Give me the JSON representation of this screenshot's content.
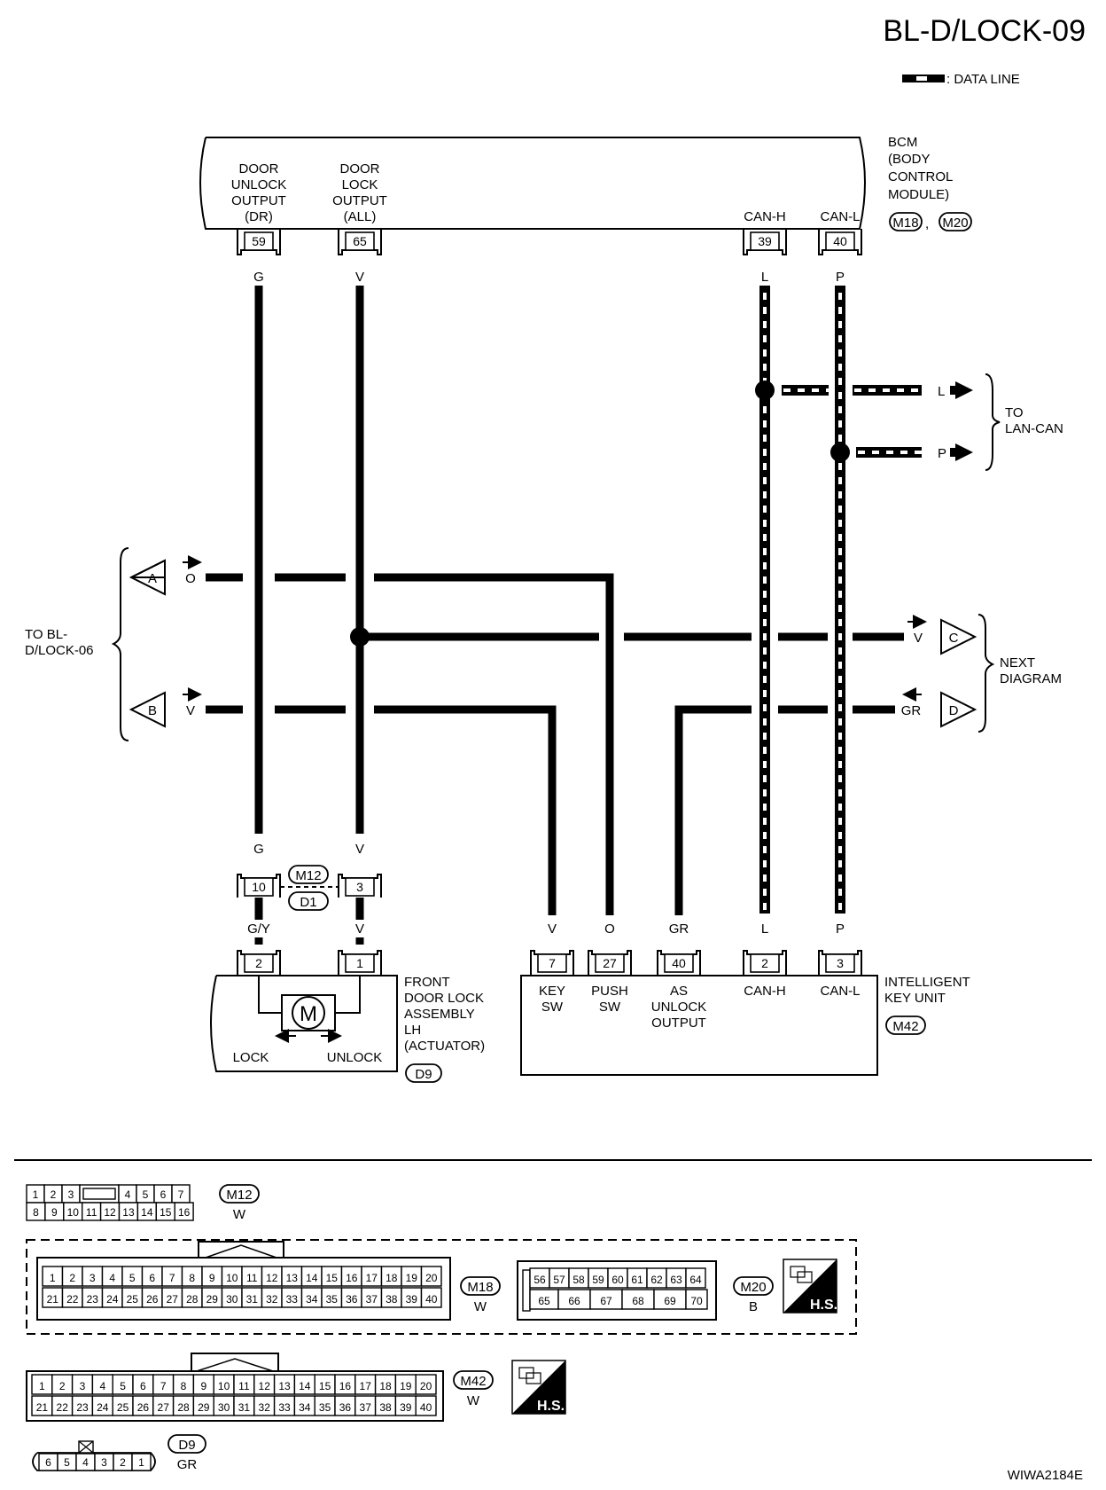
{
  "page_id": "BL-D/LOCK-09",
  "legend": {
    "data_line": ": DATA LINE"
  },
  "bcm": {
    "name": [
      "BCM",
      "(BODY",
      "CONTROL",
      "MODULE)"
    ],
    "connectors": [
      "M18",
      "M20"
    ],
    "door_unlock_label": [
      "DOOR",
      "UNLOCK",
      "OUTPUT",
      "(DR)"
    ],
    "door_lock_label": [
      "DOOR",
      "LOCK",
      "OUTPUT",
      "(ALL)"
    ],
    "can_h_label": "CAN-H",
    "can_l_label": "CAN-L",
    "pins": {
      "unlock": "59",
      "lock": "65",
      "can_h": "39",
      "can_l": "40"
    }
  },
  "wires": {
    "g": "G",
    "v": "V",
    "l": "L",
    "p": "P",
    "o": "O",
    "gr": "GR",
    "gy": "G/Y"
  },
  "lan_can": {
    "label": [
      "TO",
      "LAN-CAN"
    ],
    "l": "L",
    "p": "P"
  },
  "left_ref": {
    "label": [
      "TO BL-",
      "D/LOCK-06"
    ],
    "a": "A",
    "b": "B",
    "a_wire": "O",
    "b_wire": "V"
  },
  "next_diagram": {
    "label": [
      "NEXT",
      "DIAGRAM"
    ],
    "c": "C",
    "d": "D",
    "c_wire": "V",
    "d_wire": "GR"
  },
  "joint": {
    "connectors": [
      "M12",
      "D1"
    ],
    "pin_left": "10",
    "pin_right": "3"
  },
  "actuator": {
    "label": [
      "FRONT",
      "DOOR LOCK",
      "ASSEMBLY",
      "LH",
      "(ACTUATOR)"
    ],
    "connector": "D9",
    "pins": [
      "2",
      "1"
    ],
    "motor": "M",
    "lock": "LOCK",
    "unlock": "UNLOCK"
  },
  "ikey": {
    "label": [
      "INTELLIGENT",
      "KEY UNIT"
    ],
    "connector": "M42",
    "pins": [
      "7",
      "27",
      "40",
      "2",
      "3"
    ],
    "terminals": [
      [
        "KEY",
        "SW"
      ],
      [
        "PUSH",
        "SW"
      ],
      [
        "AS",
        "UNLOCK",
        "OUTPUT"
      ],
      [
        "CAN-H"
      ],
      [
        "CAN-L"
      ]
    ]
  },
  "connectors": {
    "m12": {
      "id": "M12",
      "color": "W",
      "top": [
        "1",
        "2",
        "3",
        "",
        "4",
        "5",
        "6",
        "7"
      ],
      "bottom": [
        "8",
        "9",
        "10",
        "11",
        "12",
        "13",
        "14",
        "15",
        "16"
      ]
    },
    "m18": {
      "id": "M18",
      "color": "W",
      "top": [
        "1",
        "2",
        "3",
        "4",
        "5",
        "6",
        "7",
        "8",
        "9",
        "10",
        "11",
        "12",
        "13",
        "14",
        "15",
        "16",
        "17",
        "18",
        "19",
        "20"
      ],
      "bottom": [
        "21",
        "22",
        "23",
        "24",
        "25",
        "26",
        "27",
        "28",
        "29",
        "30",
        "31",
        "32",
        "33",
        "34",
        "35",
        "36",
        "37",
        "38",
        "39",
        "40"
      ]
    },
    "m20": {
      "id": "M20",
      "color": "B",
      "top": [
        "56",
        "57",
        "58",
        "59",
        "60",
        "61",
        "62",
        "63",
        "64"
      ],
      "bottom": [
        "65",
        "66",
        "67",
        "68",
        "69",
        "70"
      ]
    },
    "m42": {
      "id": "M42",
      "color": "W",
      "top": [
        "1",
        "2",
        "3",
        "4",
        "5",
        "6",
        "7",
        "8",
        "9",
        "10",
        "11",
        "12",
        "13",
        "14",
        "15",
        "16",
        "17",
        "18",
        "19",
        "20"
      ],
      "bottom": [
        "21",
        "22",
        "23",
        "24",
        "25",
        "26",
        "27",
        "28",
        "29",
        "30",
        "31",
        "32",
        "33",
        "34",
        "35",
        "36",
        "37",
        "38",
        "39",
        "40"
      ]
    },
    "d9": {
      "id": "D9",
      "color": "GR",
      "pins": [
        "6",
        "5",
        "4",
        "3",
        "2",
        "1"
      ]
    },
    "hs_label": "H.S."
  },
  "footer_code": "WIWA2184E"
}
